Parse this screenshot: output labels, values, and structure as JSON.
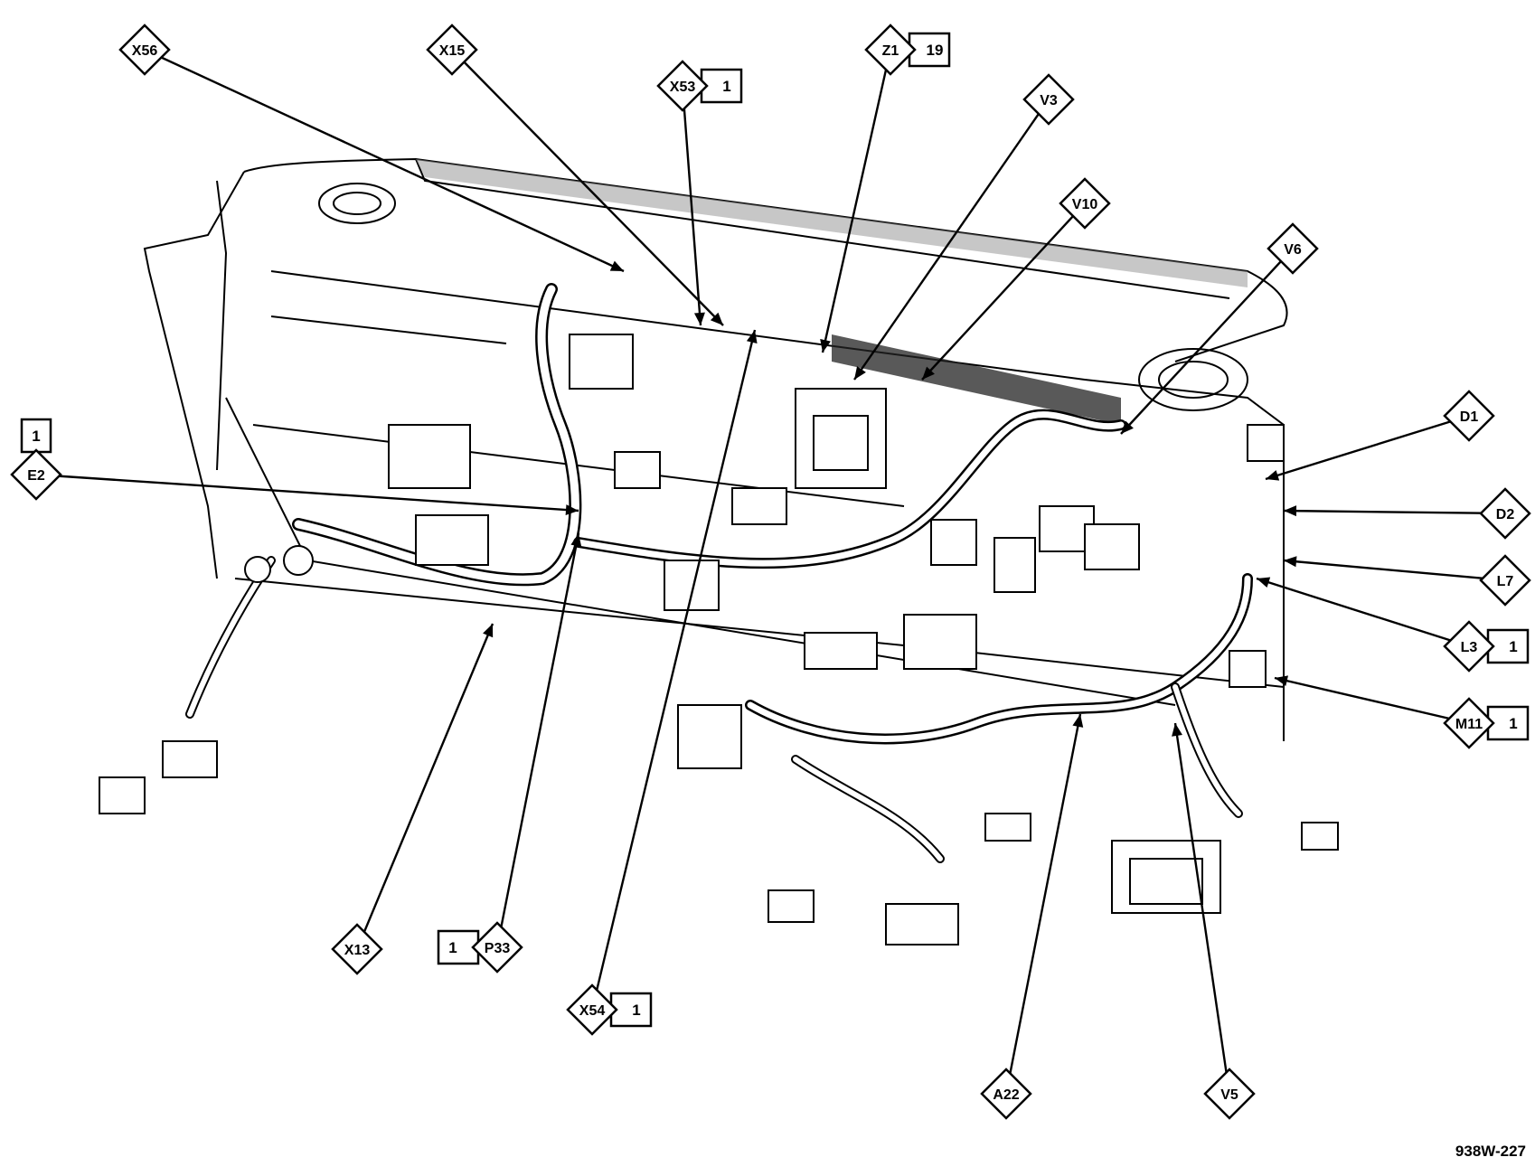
{
  "figure_id": "938W-227",
  "callouts": [
    {
      "id": "X56",
      "tag": ""
    },
    {
      "id": "X15",
      "tag": ""
    },
    {
      "id": "X53",
      "tag": "1"
    },
    {
      "id": "Z1",
      "tag": "19"
    },
    {
      "id": "V3",
      "tag": ""
    },
    {
      "id": "V10",
      "tag": ""
    },
    {
      "id": "V6",
      "tag": ""
    },
    {
      "id": "D1",
      "tag": ""
    },
    {
      "id": "D2",
      "tag": ""
    },
    {
      "id": "L7",
      "tag": ""
    },
    {
      "id": "L3",
      "tag": "1"
    },
    {
      "id": "M11",
      "tag": "1"
    },
    {
      "id": "E2",
      "tag": "1"
    },
    {
      "id": "X13",
      "tag": ""
    },
    {
      "id": "P33",
      "tag": "1"
    },
    {
      "id": "X54",
      "tag": "1"
    },
    {
      "id": "A22",
      "tag": ""
    },
    {
      "id": "V5",
      "tag": ""
    }
  ]
}
